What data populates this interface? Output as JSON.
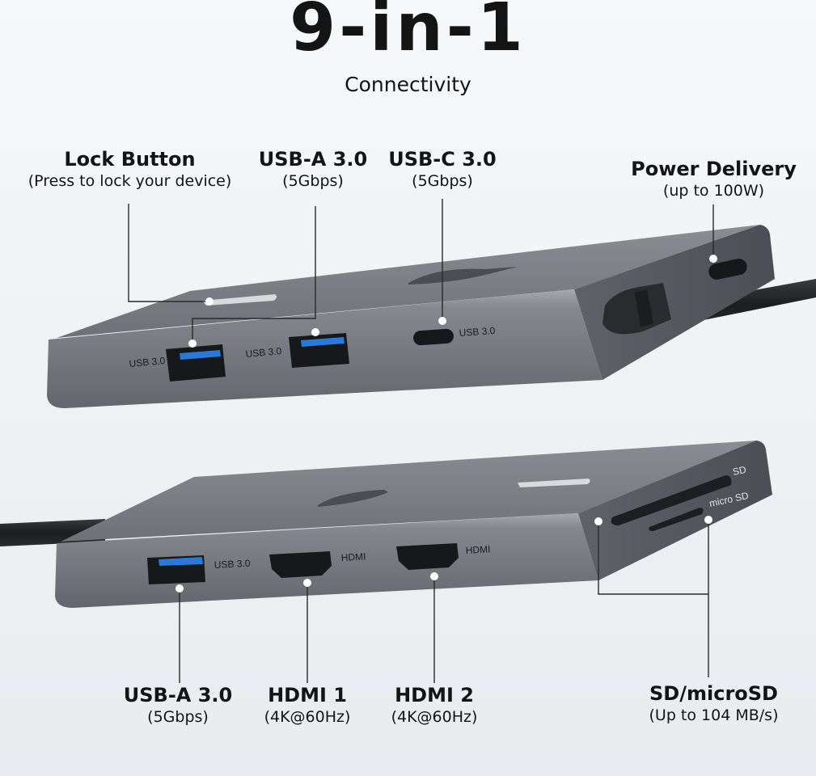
{
  "header": {
    "title": "9-in-1",
    "subtitle": "Connectivity"
  },
  "top_callouts": [
    {
      "id": "lock",
      "title": "Lock Button",
      "detail": "(Press to lock your device)"
    },
    {
      "id": "usb_a_top",
      "title": "USB-A 3.0",
      "detail": "(5Gbps)"
    },
    {
      "id": "usb_c",
      "title": "USB-C 3.0",
      "detail": "(5Gbps)"
    },
    {
      "id": "pd",
      "title": "Power Delivery",
      "detail": "(up to 100W)"
    }
  ],
  "bottom_callouts": [
    {
      "id": "usb_a_bottom",
      "title": "USB-A 3.0",
      "detail": "(5Gbps)"
    },
    {
      "id": "hdmi1",
      "title": "HDMI 1",
      "detail": "(4K@60Hz)"
    },
    {
      "id": "hdmi2",
      "title": "HDMI 2",
      "detail": "(4K@60Hz)"
    },
    {
      "id": "sd",
      "title": "SD/microSD",
      "detail": "(Up to 104 MB/s)"
    }
  ],
  "device_labels": {
    "usb30": "USB 3.0",
    "hdmi": "HDMI",
    "sd": "SD",
    "micro_sd": "micro SD"
  },
  "colors": {
    "body": "#74777c",
    "body_dark": "#55585d",
    "usb_blue": "#2a79d6",
    "cable": "#1d1e20",
    "leader": "#2a2a2a"
  }
}
